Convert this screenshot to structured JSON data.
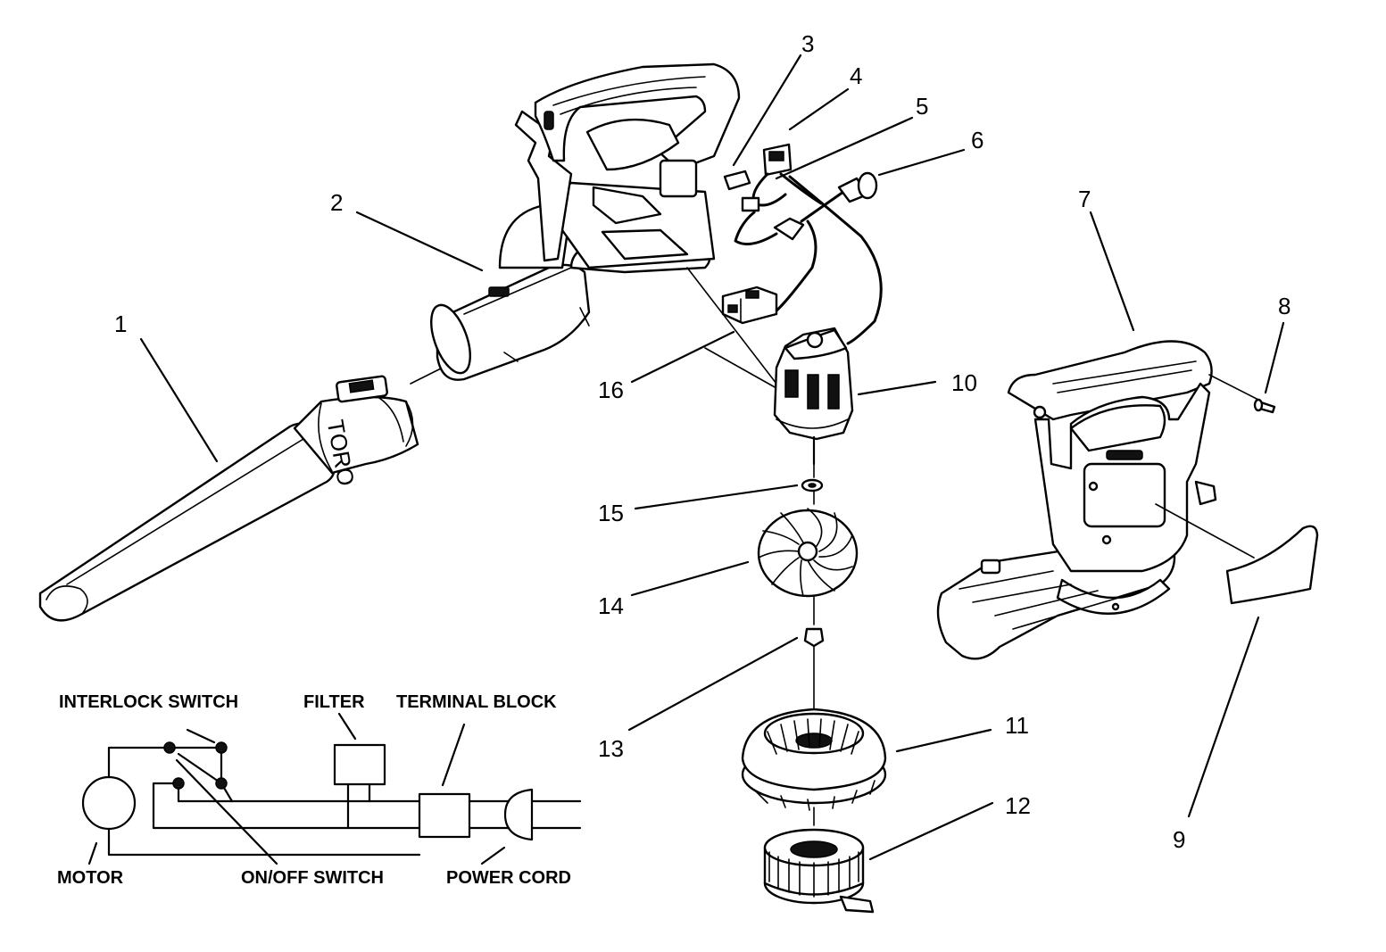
{
  "callouts": [
    "1",
    "2",
    "3",
    "4",
    "5",
    "6",
    "7",
    "8",
    "9",
    "10",
    "11",
    "12",
    "13",
    "14",
    "15",
    "16"
  ],
  "schematic": {
    "interlock_switch": "INTERLOCK SWITCH",
    "filter": "FILTER",
    "terminal_block": "TERMINAL BLOCK",
    "motor": "MOTOR",
    "on_off_switch": "ON/OFF SWITCH",
    "power_cord": "POWER CORD"
  },
  "tube_logo": "TORO"
}
